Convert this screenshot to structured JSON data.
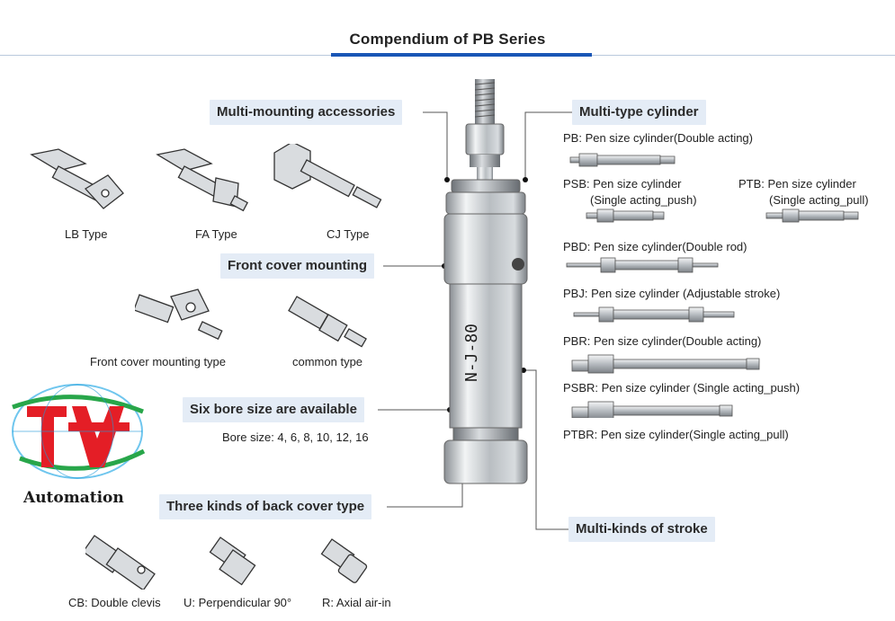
{
  "title": "Compendium of PB Series",
  "callouts": {
    "mounting_accessories": "Multi-mounting accessories",
    "front_cover": "Front cover mounting",
    "bore_sizes": "Six bore size are available",
    "back_cover": "Three kinds of back cover type",
    "multi_type": "Multi-type cylinder",
    "multi_stroke": "Multi-kinds of stroke"
  },
  "accessories": [
    "LB Type",
    "FA Type",
    "CJ Type"
  ],
  "front_cover_types": [
    "Front cover mounting type",
    "common type"
  ],
  "bore_size_text": "Bore size: 4, 6, 8, 10, 12, 16",
  "back_cover_types": [
    "CB: Double clevis",
    "U: Perpendicular 90°",
    "R: Axial air-in"
  ],
  "cylinder_types": {
    "pb": "PB: Pen size cylinder(Double acting)",
    "psb_1": "PSB: Pen size cylinder",
    "psb_2": "(Single acting_push)",
    "ptb_1": "PTB: Pen size cylinder",
    "ptb_2": "(Single acting_pull)",
    "pbd": "PBD: Pen size cylinder(Double rod)",
    "pbj": "PBJ: Pen size cylinder (Adjustable stroke)",
    "pbr": "PBR: Pen size cylinder(Double acting)",
    "psbr": "PSBR: Pen size cylinder (Single acting_push)",
    "ptbr": "PTBR: Pen size cylinder(Single acting_pull)"
  },
  "cylinder_marking": "N-J-80",
  "logo": {
    "text": "Automation",
    "accent": "#e41e26",
    "secondary": "#1f9bd8"
  },
  "colors": {
    "accent_blue": "#1a56b6",
    "callout_bg": "#e4ecf6"
  }
}
